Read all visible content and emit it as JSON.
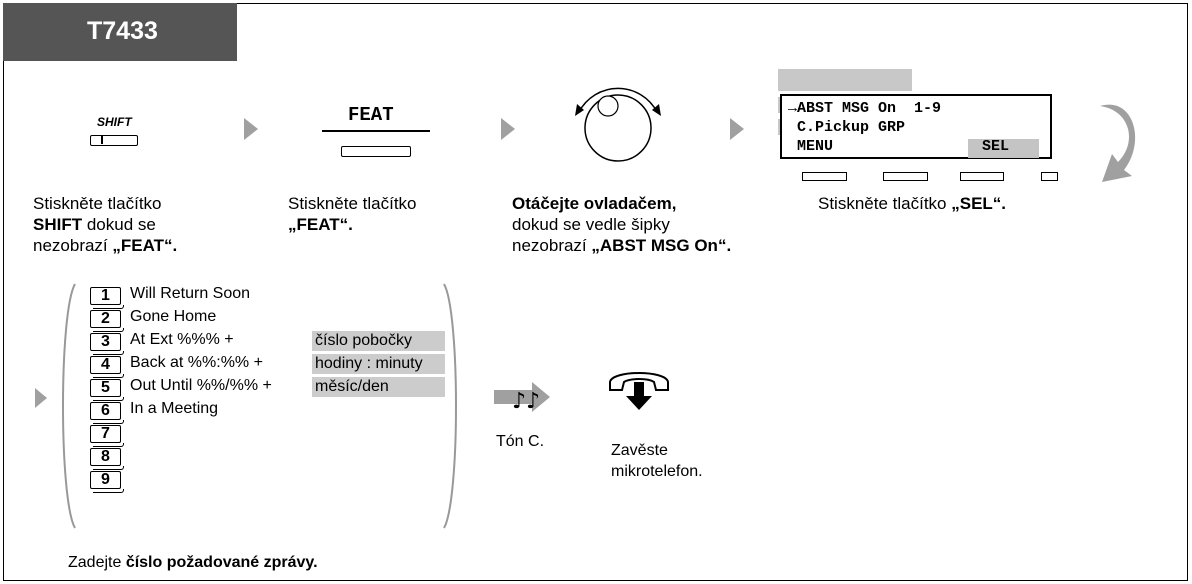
{
  "header": {
    "model": "T7433"
  },
  "steps": {
    "shift": {
      "key_label": "SHIFT",
      "line1": "Stiskněte tlačítko",
      "line2_bold": "SHIFT",
      "line2_rest": " dokud se",
      "line3_pre": "nezobrazí ",
      "line3_bold": "„FEAT“."
    },
    "feat": {
      "key_label": "FEAT",
      "line1": "Stiskněte tlačítko",
      "line2_bold": "„FEAT“."
    },
    "jog": {
      "line1_bold": "Otáčejte ovladačem,",
      "line2": "dokud se vedle šipky",
      "line3_pre": "nezobrazí ",
      "line3_bold": "„ABST MSG On“."
    },
    "display": {
      "line1": "→ABST MSG On  1-9",
      "line2": " C.Pickup GRP",
      "line3_left": " MENU",
      "line3_right": "SEL",
      "caption_pre": "Stiskněte tlačítko ",
      "caption_bold": "„SEL“."
    }
  },
  "messages": {
    "items": [
      {
        "key": "1",
        "text": "Will Return Soon",
        "param": ""
      },
      {
        "key": "2",
        "text": "Gone Home",
        "param": ""
      },
      {
        "key": "3",
        "text": "At Ext %%% +",
        "param": "číslo pobočky"
      },
      {
        "key": "4",
        "text": "Back at %%:%% +",
        "param": "hodiny : minuty"
      },
      {
        "key": "5",
        "text": "Out Until %%/%% +",
        "param": "měsíc/den"
      },
      {
        "key": "6",
        "text": "In a Meeting",
        "param": ""
      },
      {
        "key": "7",
        "text": "",
        "param": ""
      },
      {
        "key": "8",
        "text": "",
        "param": ""
      },
      {
        "key": "9",
        "text": "",
        "param": ""
      }
    ],
    "instruction_pre": "Zadejte ",
    "instruction_bold": "číslo požadované zprávy."
  },
  "tone": {
    "label": "Tón C."
  },
  "hangup": {
    "line1": "Zavěste",
    "line2": "mikrotelefon."
  },
  "colors": {
    "header_bg": "#555555",
    "highlight_gray": "#cccccc",
    "arrow_gray": "#a0a0a0"
  }
}
